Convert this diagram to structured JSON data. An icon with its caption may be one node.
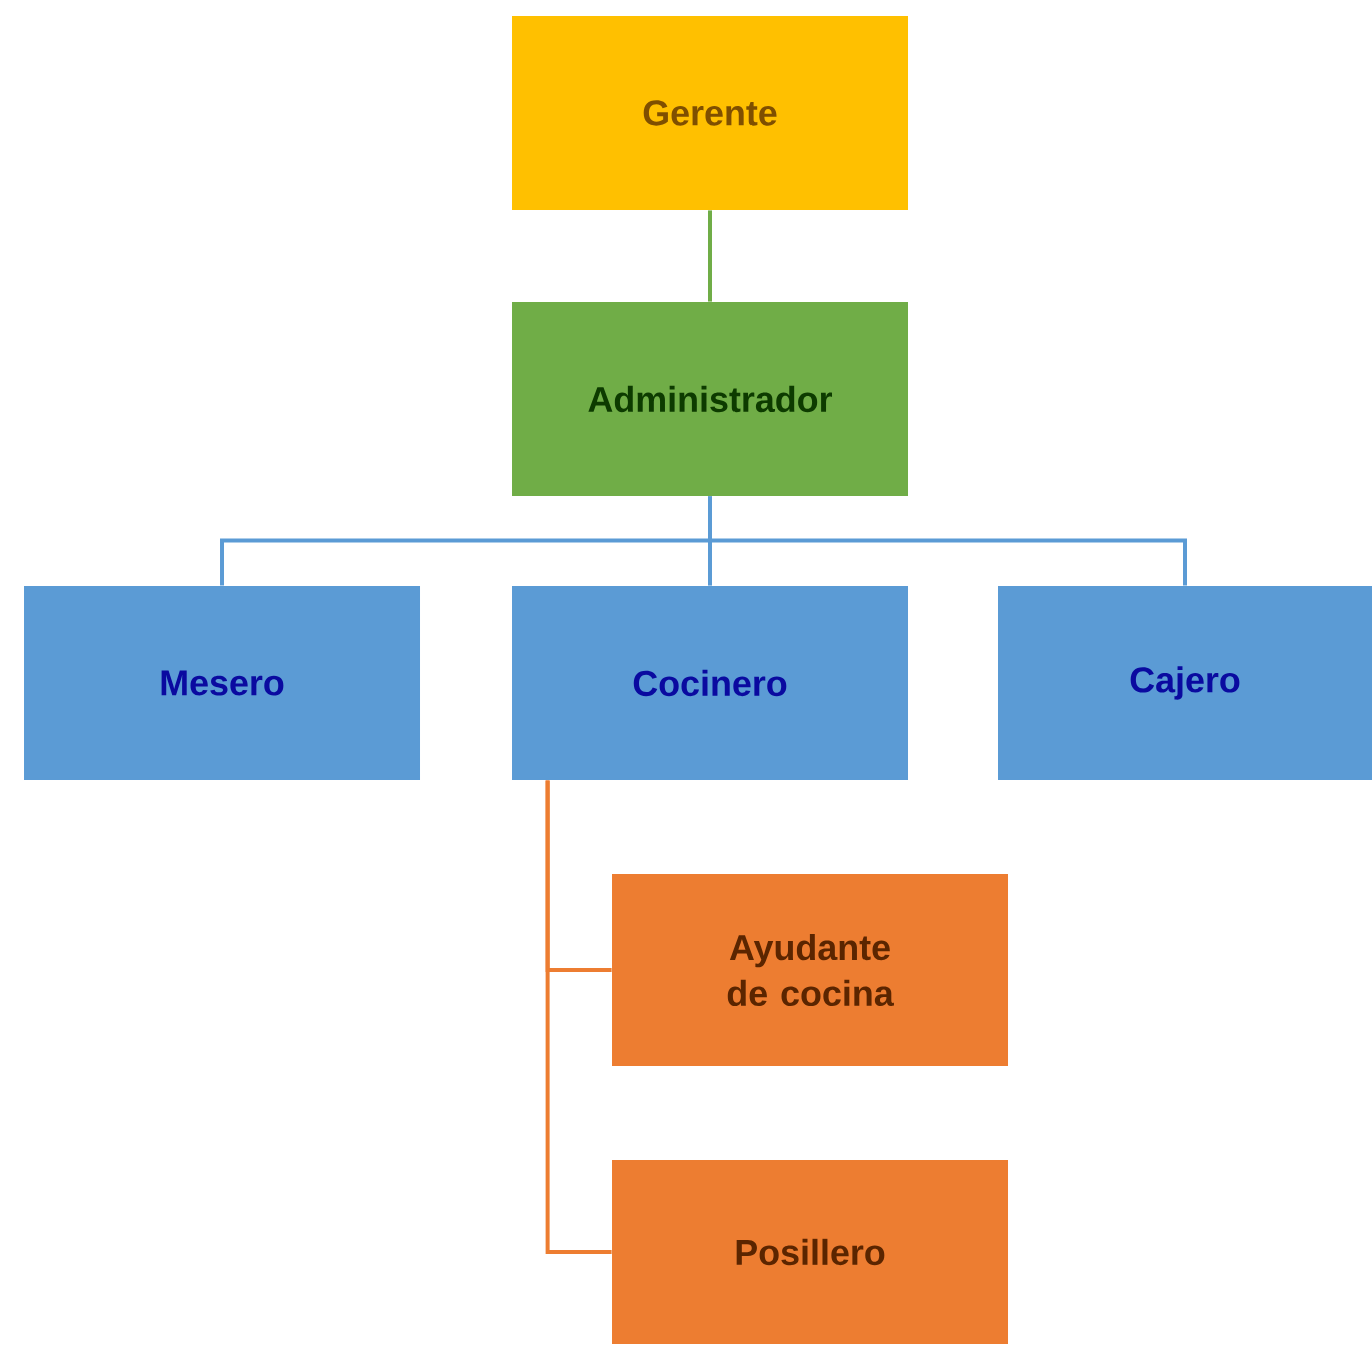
{
  "diagram": {
    "nodes": [
      {
        "text": [
          "Gerente"
        ]
      },
      {
        "text": [
          "Administrador"
        ]
      },
      {
        "text": [
          "Mesero"
        ]
      },
      {
        "text": [
          "Cocinero"
        ]
      },
      {
        "text": [
          "Cajero"
        ]
      },
      {
        "text": [
          "Ayudante de cocina"
        ]
      },
      {
        "text": [
          "Posillero"
        ]
      }
    ],
    "edges": [
      {
        "from": 0,
        "to": 1,
        "arrow": "none",
        "color": "#70ad47"
      },
      {
        "from": 1,
        "to": 2,
        "arrow": "none"
      },
      {
        "from": 1,
        "to": 3,
        "arrow": "none"
      },
      {
        "from": 1,
        "to": 4,
        "arrow": "none"
      },
      {
        "from": 3,
        "to": 5,
        "arrow": "none",
        "color": "#ed7d31"
      },
      {
        "from": 3,
        "to": 6,
        "arrow": "none",
        "color": "#ed7d31"
      }
    ]
  }
}
